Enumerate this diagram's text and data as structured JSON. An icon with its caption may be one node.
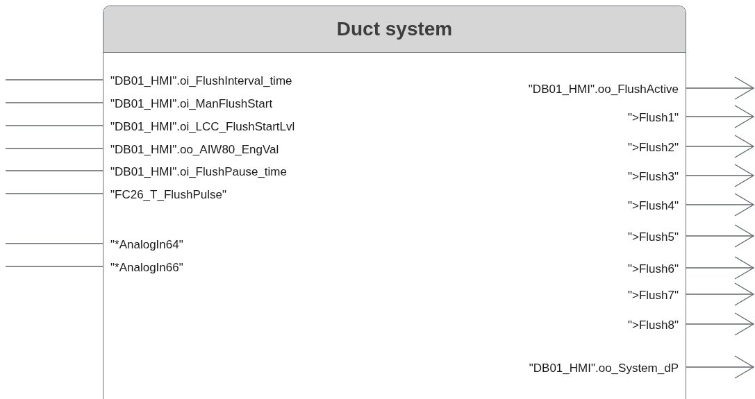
{
  "diagram": {
    "nodes": [
      {
        "text": [
          "Duct system"
        ]
      },
      {
        "text": [
          "\"DB01_HMI\".oi_FlushInterval_time"
        ],
        "in": 0
      },
      {
        "text": [
          "\"DB01_HMI\".oi_ManFlushStart"
        ],
        "in": 0
      },
      {
        "text": [
          "\"DB01_HMI\".oi_LCC_FlushStartLvl"
        ],
        "in": 0
      },
      {
        "text": [
          "\"DB01_HMI\".oo_AIW80_EngVal"
        ],
        "in": 0
      },
      {
        "text": [
          "\"DB01_HMI\".oi_FlushPause_time"
        ],
        "in": 0
      },
      {
        "text": [
          "\"FC26_T_FlushPulse\""
        ],
        "in": 0
      },
      {
        "text": [
          "\"*AnalogIn64\""
        ],
        "in": 0
      },
      {
        "text": [
          "\"*AnalogIn66\""
        ],
        "in": 0
      },
      {
        "text": [
          "\"DB01_HMI\".oo_FlushActive"
        ],
        "in": 0
      },
      {
        "text": [
          "\">Flush1\""
        ],
        "in": 0
      },
      {
        "text": [
          "\">Flush2\""
        ],
        "in": 0
      },
      {
        "text": [
          "\">Flush3\""
        ],
        "in": 0
      },
      {
        "text": [
          "\">Flush4\""
        ],
        "in": 0
      },
      {
        "text": [
          "\">Flush5\""
        ],
        "in": 0
      },
      {
        "text": [
          "\">Flush6\""
        ],
        "in": 0
      },
      {
        "text": [
          "\">Flush7\""
        ],
        "in": 0
      },
      {
        "text": [
          "\">Flush8\""
        ],
        "in": 0
      },
      {
        "text": [
          "\"DB01_HMI\".oo_System_dP"
        ],
        "in": 0
      }
    ],
    "edges": [
      {
        "from": null,
        "to": 1,
        "arrow": "none"
      },
      {
        "from": null,
        "to": 2,
        "arrow": "none"
      },
      {
        "from": null,
        "to": 3,
        "arrow": "none"
      },
      {
        "from": null,
        "to": 4,
        "arrow": "none"
      },
      {
        "from": null,
        "to": 5,
        "arrow": "none"
      },
      {
        "from": null,
        "to": 6,
        "arrow": "none"
      },
      {
        "from": null,
        "to": 7,
        "arrow": "none"
      },
      {
        "from": null,
        "to": 8,
        "arrow": "none"
      },
      {
        "from": 9,
        "to": null,
        "arrow": "to"
      },
      {
        "from": 10,
        "to": null,
        "arrow": "to"
      },
      {
        "from": 11,
        "to": null,
        "arrow": "to"
      },
      {
        "from": 12,
        "to": null,
        "arrow": "to"
      },
      {
        "from": 13,
        "to": null,
        "arrow": "to"
      },
      {
        "from": 14,
        "to": null,
        "arrow": "to"
      },
      {
        "from": 15,
        "to": null,
        "arrow": "to"
      },
      {
        "from": 16,
        "to": null,
        "arrow": "to"
      },
      {
        "from": 17,
        "to": null,
        "arrow": "to"
      },
      {
        "from": 18,
        "to": null,
        "arrow": "to"
      }
    ]
  }
}
